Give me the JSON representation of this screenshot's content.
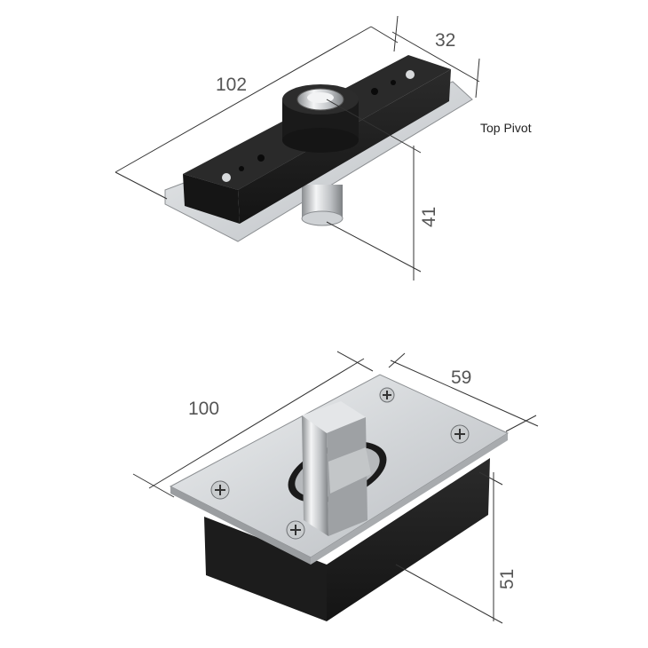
{
  "top_pivot": {
    "label": "Top Pivot",
    "dimensions": {
      "length": "102",
      "width": "32",
      "height": "41"
    }
  },
  "bottom_pivot": {
    "dimensions": {
      "length": "100",
      "width": "59",
      "height": "51"
    }
  },
  "colors": {
    "dimension_text": "#555555",
    "dimension_line": "#333333",
    "body_black": "#1e1e1e",
    "steel_plate": "#d4d6d8"
  }
}
